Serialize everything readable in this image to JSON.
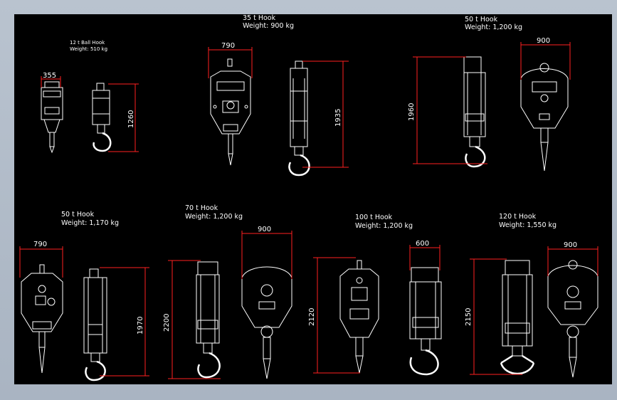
{
  "hooks": [
    {
      "title": "12 t Ball Hook",
      "weight": "Weight: 510 kg",
      "width_dim": "355",
      "height_dim": "1260"
    },
    {
      "title": "35 t Hook",
      "weight": "Weight: 900 kg",
      "width_dim": "790",
      "height_dim": "1935"
    },
    {
      "title": "50 t Hook",
      "weight": "Weight: 1,200 kg",
      "width_dim": "900",
      "height_dim": "1960"
    },
    {
      "title": "50 t Hook",
      "weight": "Weight: 1,170 kg",
      "width_dim": "790",
      "height_dim": "1970"
    },
    {
      "title": "70 t Hook",
      "weight": "Weight: 1,200 kg",
      "width_dim": "900",
      "height_dim": "2200"
    },
    {
      "title": "100 t Hook",
      "weight": "Weight: 1,200 kg",
      "width_dim": "600",
      "height_dim": "2120"
    },
    {
      "title": "120 t Hook",
      "weight": "Weight: 1,550 kg",
      "width_dim": "900",
      "height_dim": "2150"
    }
  ],
  "colors": {
    "background": "#000000",
    "dimension_line": "#ff2020",
    "drawing": "#ffffff",
    "frame": "#b9c3cf"
  }
}
